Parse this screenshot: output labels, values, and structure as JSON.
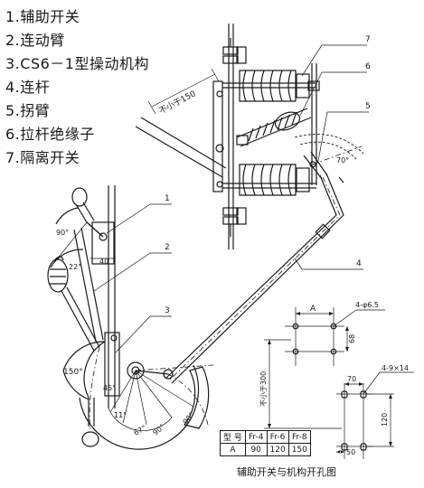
{
  "legend": [
    "1.辅助开关",
    "2.连动臂",
    "3.CS6－1型操动机构",
    "4.连杆",
    "5.拐臂",
    "6.拉杆绝缘子",
    "7.隔离开关"
  ],
  "callouts": [
    "1",
    "2",
    "3",
    "4",
    "5",
    "6",
    "7"
  ],
  "dims": {
    "min150": "不小于150",
    "d70deg_top": "70°",
    "d90deg": "90°",
    "d22deg": "22°",
    "d40": "40",
    "d150deg": "150°",
    "d45deg": "45°",
    "d11deg": "11°",
    "d67deg": "67°",
    "d90deg_b1": "90°",
    "d90deg_b2": "90°",
    "dA": "A",
    "hole1": "4-φ6.5",
    "d68": "68",
    "min300": "不小于300",
    "d70": "70",
    "hole2": "4-9×14",
    "d120": "120",
    "d50": "50"
  },
  "table": {
    "row1": [
      "型 号",
      "Fr-4",
      "Fr-6",
      "Fr-8"
    ],
    "row2": [
      "A",
      "90",
      "120",
      "150"
    ]
  },
  "caption": "辅助开关与机构开孔图"
}
